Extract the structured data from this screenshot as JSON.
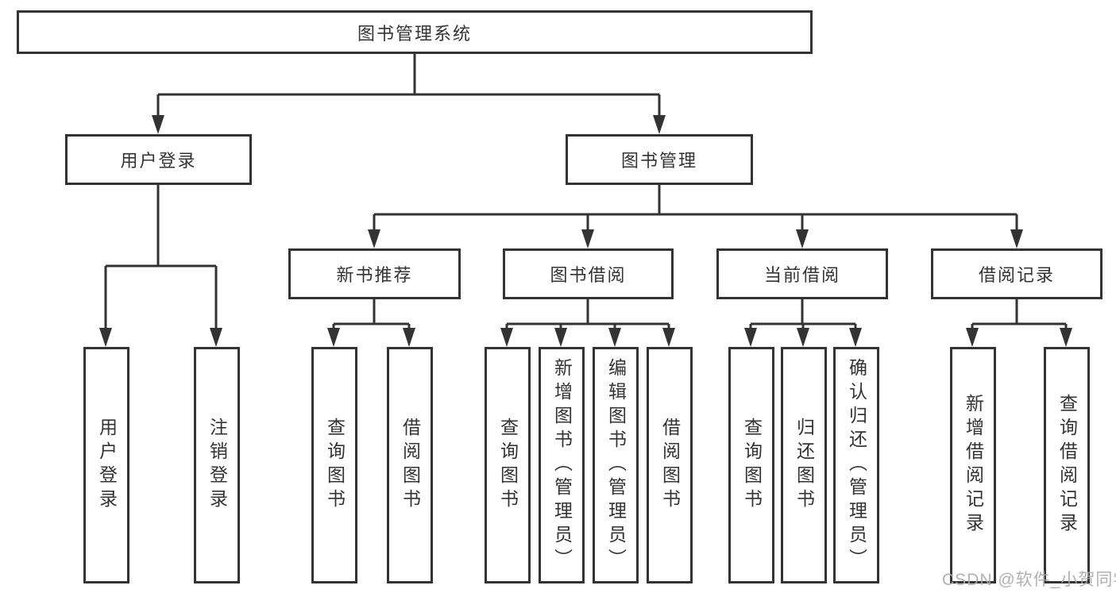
{
  "diagram": {
    "title": "图书管理系统",
    "watermark": "CSDN @软件_小贺同学",
    "colors": {
      "line": "#333333",
      "text": "#333333",
      "background": "#ffffff",
      "watermark": "#a8a8a8"
    },
    "tree": {
      "label": "图书管理系统",
      "children": [
        {
          "label": "用户登录",
          "children": [
            {
              "label": "用户登录"
            },
            {
              "label": "注销登录"
            }
          ]
        },
        {
          "label": "图书管理",
          "children": [
            {
              "label": "新书推荐",
              "children": [
                {
                  "label": "查询图书"
                },
                {
                  "label": "借阅图书"
                }
              ]
            },
            {
              "label": "图书借阅",
              "children": [
                {
                  "label": "查询图书"
                },
                {
                  "label": "新增图书（管理员）"
                },
                {
                  "label": "编辑图书（管理员）"
                },
                {
                  "label": "借阅图书"
                }
              ]
            },
            {
              "label": "当前借阅",
              "children": [
                {
                  "label": "查询图书"
                },
                {
                  "label": "归还图书"
                },
                {
                  "label": "确认归还（管理员）"
                }
              ]
            },
            {
              "label": "借阅记录",
              "children": [
                {
                  "label": "新增借阅记录"
                },
                {
                  "label": "查询借阅记录"
                }
              ]
            }
          ]
        }
      ]
    }
  }
}
